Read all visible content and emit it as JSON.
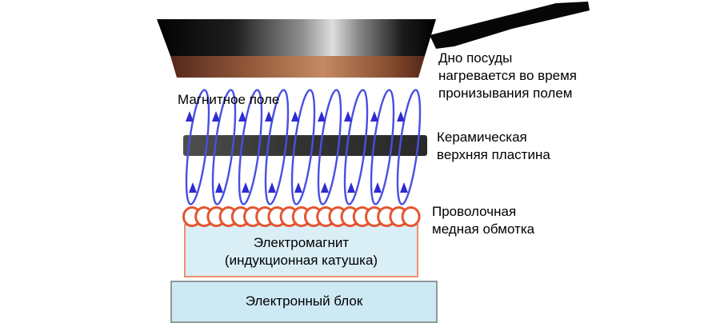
{
  "diagram": {
    "title_hint": "induction-cooktop-principle",
    "labels": {
      "magnetic_field": "Магнитное поле",
      "pan_bottom": "Дно посуды\nнагревается во время\nпронизывания полем",
      "ceramic_plate": "Керамическая\nверхняя пластина",
      "copper_winding": "Проволочная\nмедная обмотка",
      "electromagnet": "Электромагнит\n(индукционная катушка)",
      "electronic_block": "Электронный блок"
    },
    "colors": {
      "background": "#ffffff",
      "field_line": "#4a4fe0",
      "field_arrow": "#2f2bd0",
      "coil": "#e4552f",
      "plate_dark": "#333333",
      "plate_light": "#4f4f4f",
      "pan_black": "#050505",
      "pan_shine": "#d8d8d8",
      "copper_dark": "#5f2d1c",
      "copper_light": "#c58a64",
      "electromagnet_fill": "#daeef6",
      "electromagnet_border": "#ef9070",
      "electronic_fill": "#cdeaf4",
      "electronic_border": "#8f989e",
      "text": "#000000"
    },
    "field": {
      "loop_count": 9
    },
    "coil": {
      "turn_count": 19
    }
  }
}
